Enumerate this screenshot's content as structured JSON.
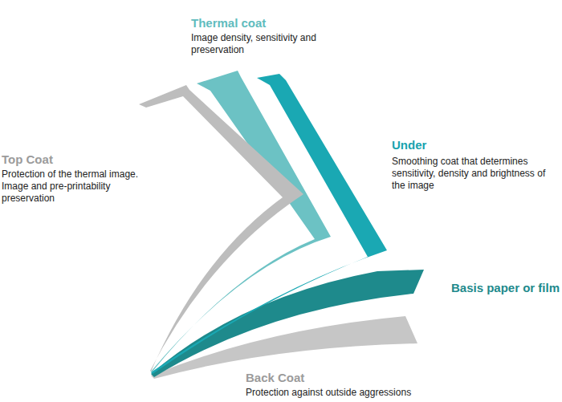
{
  "diagram": {
    "labels": [
      "Thermal coat",
      "Image density, sensitivity and preservation",
      "Under",
      "Smoothing coat that determines sensitivity, density and brightness of the image",
      "Top Coat",
      "Protection of the thermal image. Image and pre-printability preservation",
      "Basis paper or film",
      "Back Coat",
      "Protection against outside aggressions"
    ]
  }
}
